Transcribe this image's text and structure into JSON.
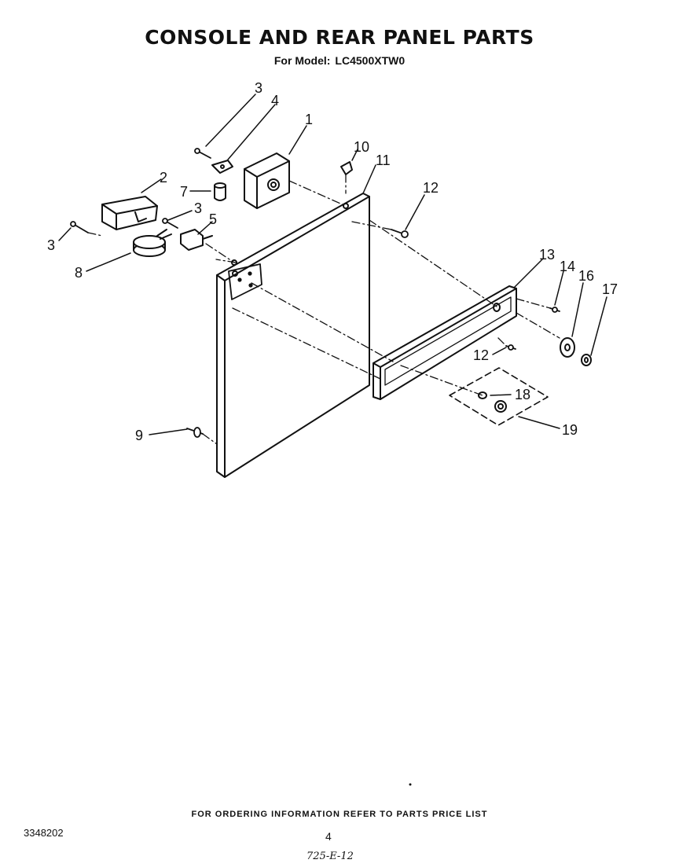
{
  "header": {
    "title": "CONSOLE AND REAR PANEL PARTS",
    "model_label": "For Model:",
    "model_number": "LC4500XTW0"
  },
  "callouts": [
    "1",
    "2",
    "3",
    "3",
    "3",
    "4",
    "5",
    "7",
    "8",
    "9",
    "10",
    "11",
    "12",
    "12",
    "13",
    "14",
    "16",
    "17",
    "18",
    "19"
  ],
  "footer": {
    "ordering_note": "FOR ORDERING INFORMATION REFER TO PARTS PRICE LIST",
    "document_number": "3348202",
    "page_number": "4",
    "handwritten_code": "725-E-12"
  }
}
